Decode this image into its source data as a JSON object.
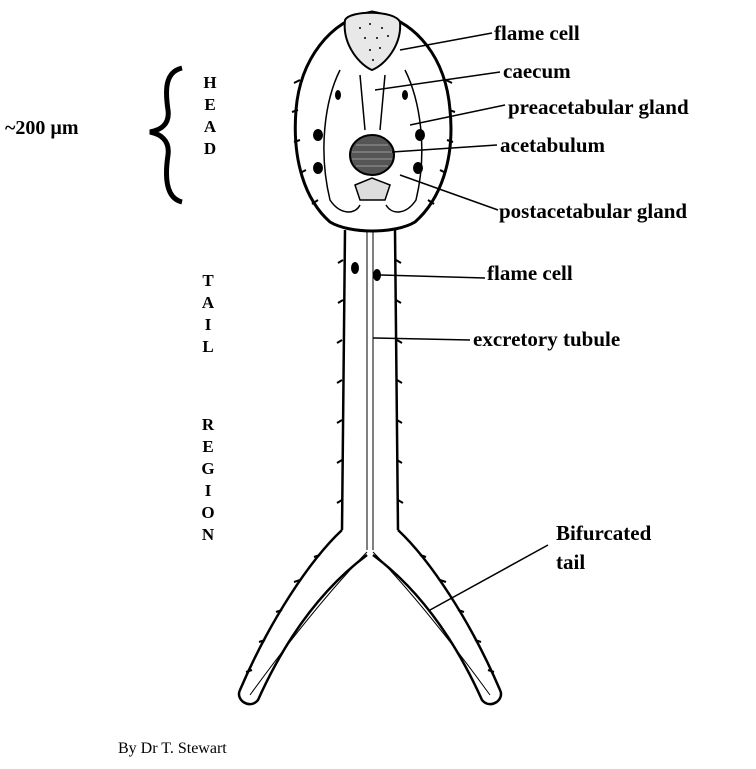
{
  "labels": {
    "flame_cell_head": "flame cell",
    "caecum": "caecum",
    "preacetabular_gland": "preacetabular gland",
    "acetabulum": "acetabulum",
    "postacetabular_gland": "postacetabular gland",
    "flame_cell_tail": "flame cell",
    "excretory_tubule": "excretory tubule",
    "bifurcated_tail_1": "Bifurcated",
    "bifurcated_tail_2": "tail"
  },
  "regions": {
    "head": [
      "H",
      "E",
      "A",
      "D"
    ],
    "tail_1": [
      "T",
      "A",
      "I",
      "L"
    ],
    "tail_2": [
      "R",
      "E",
      "G",
      "I",
      "O",
      "N"
    ]
  },
  "scale_text": "~200 µm",
  "credit": "By Dr T. Stewart"
}
